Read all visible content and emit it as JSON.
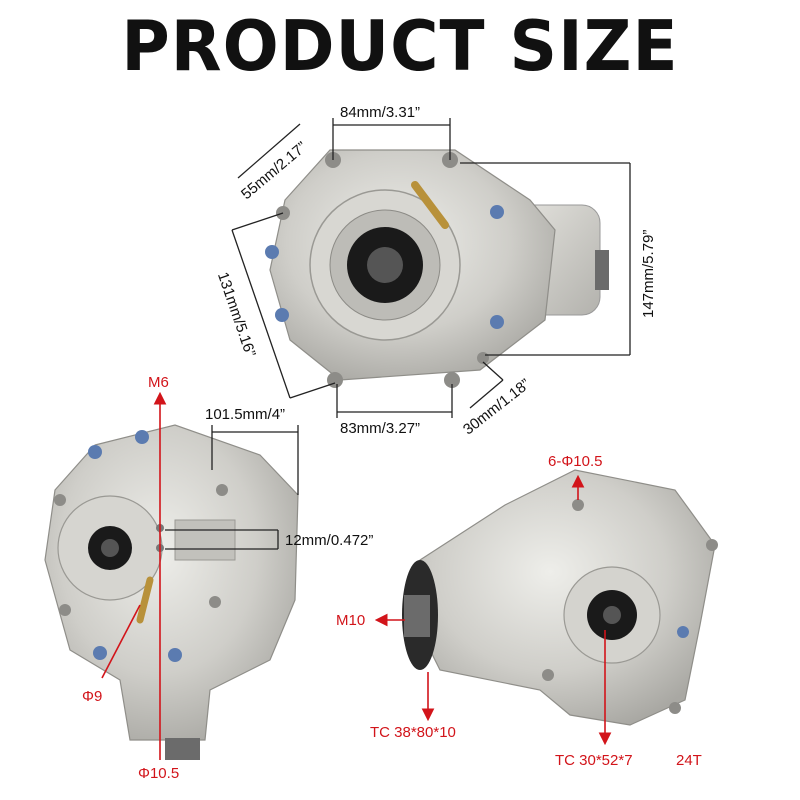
{
  "title": "PRODUCT SIZE",
  "top_view": {
    "dim_top": "84mm/3.31”",
    "dim_upper_left": "55mm/2.17”",
    "dim_left": "131mm/5.16”",
    "dim_right": "147mm/5.79”",
    "dim_bottom": "83mm/3.27”",
    "dim_bottom_right": "30mm/1.18”"
  },
  "left_view": {
    "m6": "M6",
    "dim_width": "101.5mm/4”",
    "dim_gap": "12mm/0.472”",
    "phi9": "Φ9",
    "phi105": "Φ10.5"
  },
  "right_view": {
    "holes": "6-Φ10.5",
    "m10": "M10",
    "seal_left": "TC 38*80*10",
    "seal_right": "TC 30*52*7",
    "teeth": "24T"
  },
  "colors": {
    "accent": "#d2141a",
    "text": "#111111",
    "metal": "#c9c8c3"
  }
}
